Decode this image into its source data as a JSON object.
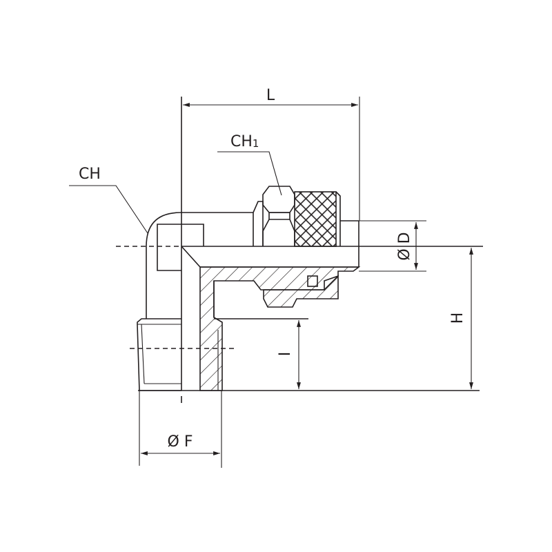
{
  "title": "Elbow fitting technical drawing",
  "labels": {
    "L": "L",
    "CH1_main": "CH",
    "CH1_sub": "1",
    "CH": "CH",
    "D": "Ø D",
    "H": "H",
    "I": "I",
    "F": "Ø F"
  },
  "colors": {
    "ink": "#231f20",
    "background": "#ffffff"
  }
}
